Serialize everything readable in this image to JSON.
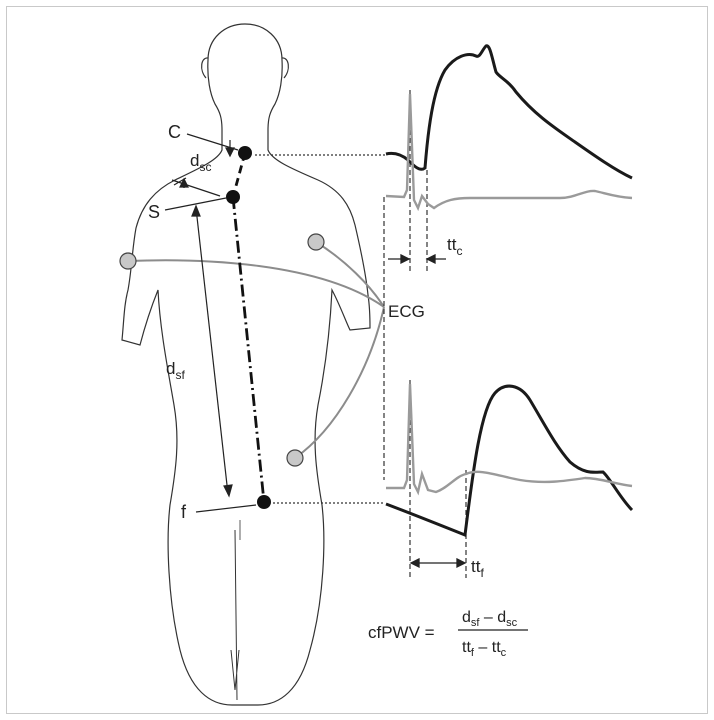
{
  "labels": {
    "carotid": "C",
    "sternal": "S",
    "femoral": "f",
    "ecg": "ECG",
    "d_sc_base": "d",
    "d_sc_sub": "sc",
    "d_sf_base": "d",
    "d_sf_sub": "sf",
    "tt_c_base": "tt",
    "tt_c_sub": "c",
    "tt_f_base": "tt",
    "tt_f_sub": "f"
  },
  "formula": {
    "lhs": "cfPWV =",
    "numerator": {
      "d1": "d",
      "d1_sub": "sf",
      "minus": " – ",
      "d2": "d",
      "d2_sub": "sc"
    },
    "denominator": {
      "t1": "tt",
      "t1_sub": "f",
      "minus": " – ",
      "t2": "tt",
      "t2_sub": "c"
    }
  },
  "colors": {
    "ink": "#1a1a1a",
    "ecg_trace": "#9a9a9a",
    "electrode_fill": "#c8c8c8",
    "frame": "#c9c9c9"
  }
}
